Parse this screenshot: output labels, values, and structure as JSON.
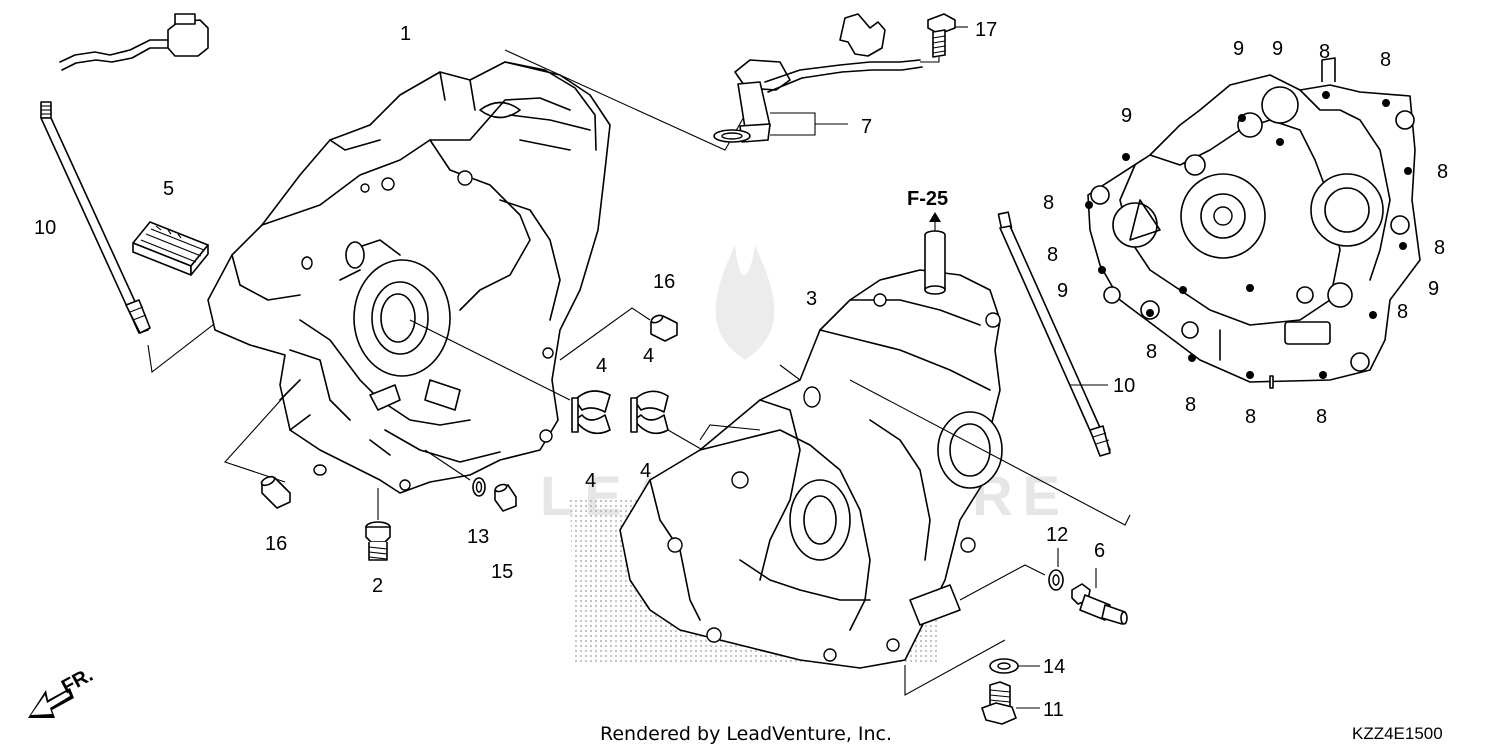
{
  "labels": {
    "p1": "1",
    "p2": "2",
    "p3": "3",
    "p4a": "4",
    "p4b": "4",
    "p4c": "4",
    "p4d": "4",
    "p5": "5",
    "p6": "6",
    "p7": "7",
    "p8a": "8",
    "p8b": "8",
    "p8c": "8",
    "p8d": "8",
    "p8e": "8",
    "p8f": "8",
    "p8g": "8",
    "p8h": "8",
    "p8i": "8",
    "p8j": "8",
    "p8k": "8",
    "p8l": "8",
    "p9a": "9",
    "p9b": "9",
    "p9c": "9",
    "p9d": "9",
    "p9e": "9",
    "p10a": "10",
    "p10b": "10",
    "p11": "11",
    "p12": "12",
    "p13": "13",
    "p14": "14",
    "p15": "15",
    "p16a": "16",
    "p16b": "16",
    "p17": "17"
  },
  "reference": "F-25",
  "direction": "FR.",
  "footer": "Rendered by LeadVenture, Inc.",
  "diagram_code": "KZZ4E1500",
  "watermark": "LEADVENTURE",
  "colors": {
    "ink": "#000000",
    "watermark": "#e6e6e6",
    "stipple": "#bdbdbd"
  }
}
